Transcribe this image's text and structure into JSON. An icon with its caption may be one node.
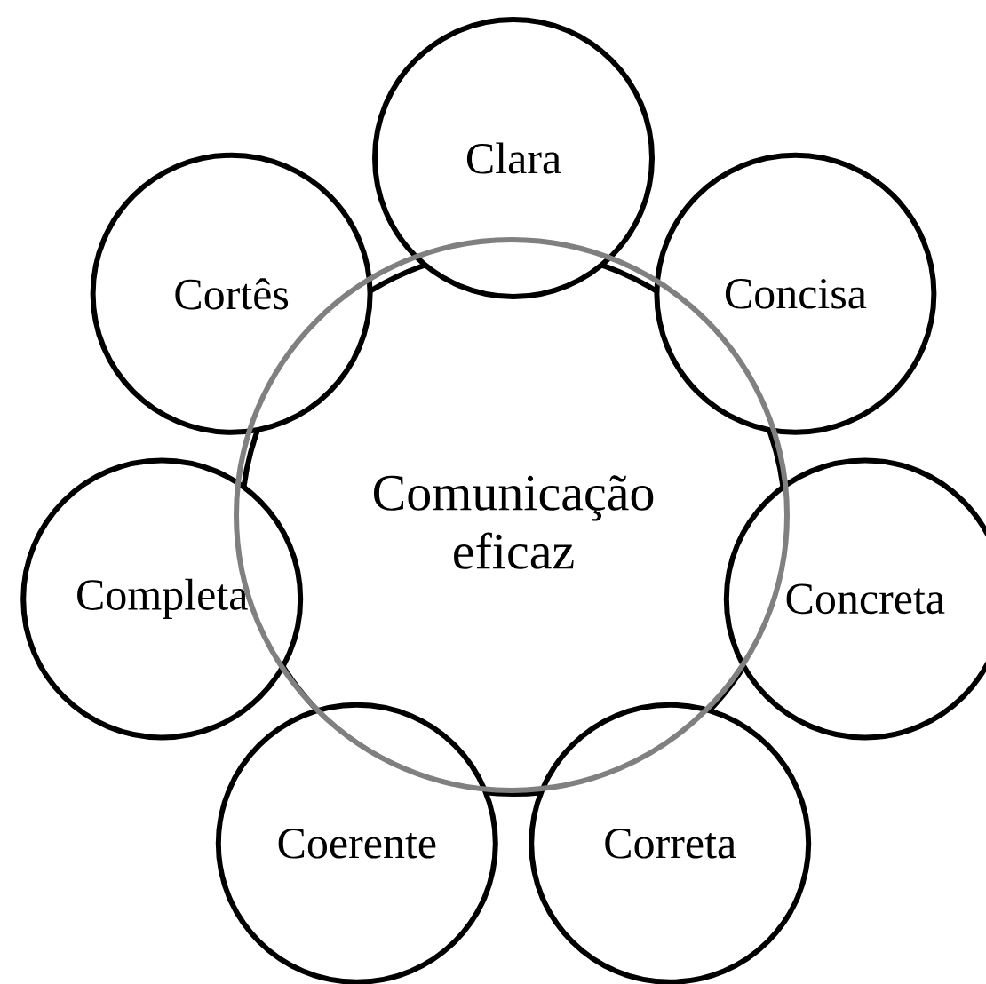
{
  "diagram": {
    "nodes": [
      {
        "text": [
          "Comunicação eficaz"
        ]
      },
      {
        "text": [
          "Clara"
        ]
      },
      {
        "text": [
          "Concisa"
        ]
      },
      {
        "text": [
          "Concreta"
        ]
      },
      {
        "text": [
          "Correta"
        ]
      },
      {
        "text": [
          "Coerente"
        ]
      },
      {
        "text": [
          "Completa"
        ]
      },
      {
        "text": [
          "Cortês"
        ]
      }
    ]
  }
}
